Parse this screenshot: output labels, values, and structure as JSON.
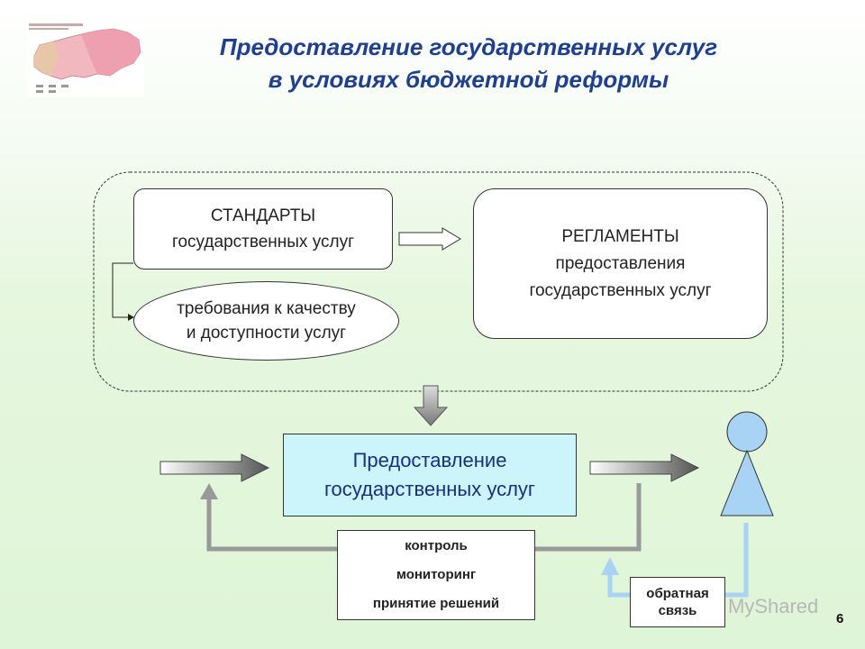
{
  "title": {
    "line1": "Предоставление государственных услуг",
    "line2": "в условиях бюджетной реформы"
  },
  "standards": {
    "line1": "СТАНДАРТЫ",
    "line2": "государственных услуг"
  },
  "requirements": {
    "line1": "требования к качеству",
    "line2": "и доступности услуг"
  },
  "regulations": {
    "line1": "РЕГЛАМЕНТЫ",
    "line2": "предоставления",
    "line3": "государственных услуг"
  },
  "service": {
    "line1": "Предоставление",
    "line2": "государственных услуг"
  },
  "control": {
    "items": [
      "контроль",
      "мониторинг",
      "принятие решений"
    ]
  },
  "feedback": {
    "line1": "обратная",
    "line2": "связь"
  },
  "watermark": "MyShared",
  "page_number": "6",
  "colors": {
    "title": "#1f3f8f",
    "service_fill": "#ccf4fb",
    "person_fill": "#a9d3f5",
    "feedback_line": "#a9d3f5",
    "gray_arrow": "#999999"
  },
  "icons": {
    "logo": "russia-map-logo-icon",
    "person": "person-icon"
  }
}
